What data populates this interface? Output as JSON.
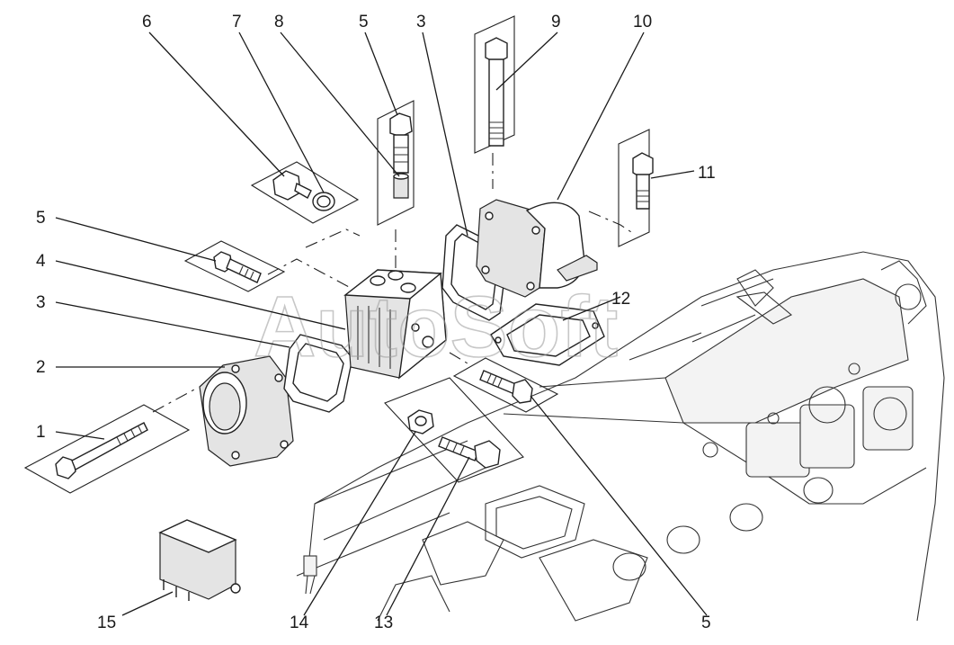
{
  "watermark": "AutoSoft",
  "callouts": [
    {
      "id": "c6",
      "label": "6"
    },
    {
      "id": "c7",
      "label": "7"
    },
    {
      "id": "c8",
      "label": "8"
    },
    {
      "id": "c5a",
      "label": "5"
    },
    {
      "id": "c3a",
      "label": "3"
    },
    {
      "id": "c9",
      "label": "9"
    },
    {
      "id": "c10",
      "label": "10"
    },
    {
      "id": "c11",
      "label": "11"
    },
    {
      "id": "c5b",
      "label": "5"
    },
    {
      "id": "c4",
      "label": "4"
    },
    {
      "id": "c3b",
      "label": "3"
    },
    {
      "id": "c12",
      "label": "12"
    },
    {
      "id": "c2",
      "label": "2"
    },
    {
      "id": "c1",
      "label": "1"
    },
    {
      "id": "c15",
      "label": "15"
    },
    {
      "id": "c14",
      "label": "14"
    },
    {
      "id": "c13",
      "label": "13"
    },
    {
      "id": "c5c",
      "label": "5"
    }
  ]
}
